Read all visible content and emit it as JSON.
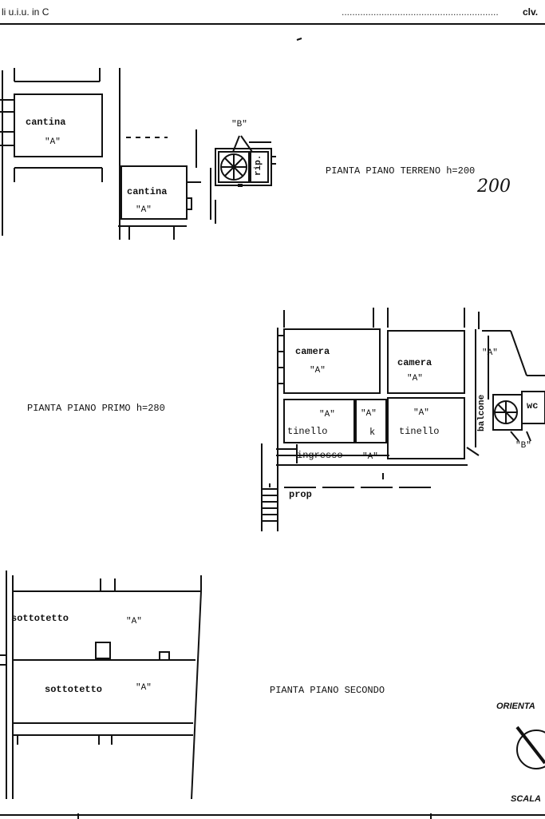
{
  "header": {
    "left_text": "li u.i.u. in C",
    "dots": "...........................................................",
    "right_text": "clv."
  },
  "ground_floor": {
    "title": "PIANTA PIANO TERRENO h=200",
    "handwritten_height": "200",
    "rooms": [
      {
        "label": "cantina",
        "tag": "\"A\""
      },
      {
        "label": "cantina",
        "tag": "\"A\""
      }
    ],
    "stair_tag": "\"B\"",
    "rip_label": "rip."
  },
  "first_floor": {
    "title": "PIANTA PIANO PRIMO h=280",
    "rooms": [
      {
        "label": "camera",
        "tag": "\"A\""
      },
      {
        "label": "camera",
        "tag": "\"A\""
      },
      {
        "label": "tinello",
        "tag": "\"A\""
      },
      {
        "label": "k",
        "tag": "\"A\""
      },
      {
        "label": "tinello",
        "tag": "\"A\""
      },
      {
        "label": "ingresso",
        "tag": "\"A\""
      },
      {
        "label": "balcone",
        "tag": "\"A\""
      },
      {
        "label": "wc",
        "tag": "\"B\""
      }
    ],
    "prop_label": "prop"
  },
  "second_floor": {
    "title": "PIANTA PIANO SECONDO",
    "rooms": [
      {
        "label": "sottotetto",
        "tag": "\"A\""
      },
      {
        "label": "sottotetto",
        "tag": "\"A\""
      }
    ]
  },
  "orientation": {
    "label": "ORIENTA",
    "scale_label": "SCALA"
  }
}
